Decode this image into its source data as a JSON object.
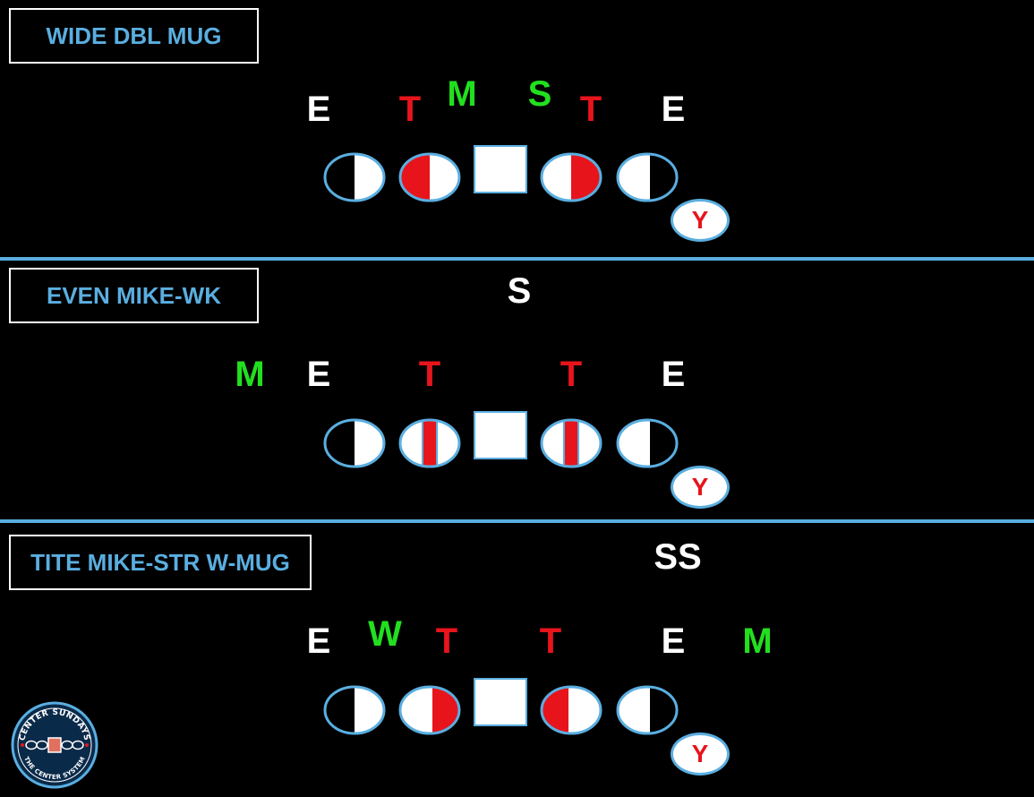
{
  "colors": {
    "background": "#000000",
    "accent_blue": "#5aaee0",
    "defense_white": "#ffffff",
    "defense_red": "#e8141c",
    "defense_green": "#22e01e"
  },
  "panels": [
    {
      "label": "WIDE DBL MUG",
      "letters": {
        "e_left": "E",
        "t_left": "T",
        "m": "M",
        "s": "S",
        "t_right": "T",
        "e_right": "E"
      },
      "y": "Y"
    },
    {
      "label": "EVEN MIKE-WK",
      "letters": {
        "s": "S",
        "m": "M",
        "e_left": "E",
        "t_left": "T",
        "t_right": "T",
        "e_right": "E"
      },
      "y": "Y"
    },
    {
      "label": "TITE MIKE-STR W-MUG",
      "letters": {
        "ss": "SS",
        "e_left": "E",
        "w": "W",
        "t_left": "T",
        "t_right": "T",
        "e_right": "E",
        "m": "M"
      },
      "y": "Y"
    }
  ],
  "logo": {
    "top_text": "CENTER SUNDAYS",
    "bottom_text": "THE CENTER SYSTEM"
  }
}
